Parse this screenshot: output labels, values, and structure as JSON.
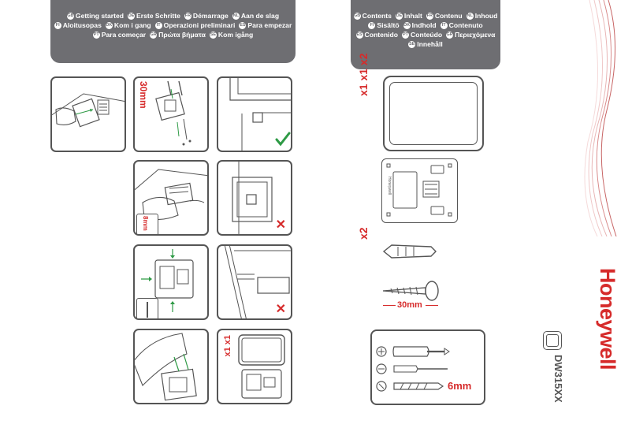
{
  "left_header": {
    "rows": [
      [
        {
          "code": "GB",
          "text": "Getting started"
        },
        {
          "code": "DE",
          "text": "Erste Schritte"
        },
        {
          "code": "FR",
          "text": "Démarrage"
        },
        {
          "code": "NL",
          "text": "Aan de slag"
        }
      ],
      [
        {
          "code": "FI",
          "text": "Aloitusopas"
        },
        {
          "code": "DK",
          "text": "Kom i gang"
        },
        {
          "code": "IT",
          "text": "Operazioni preliminari"
        },
        {
          "code": "ES",
          "text": "Para empezar"
        }
      ],
      [
        {
          "code": "PT",
          "text": "Para começar"
        },
        {
          "code": "GR",
          "text": "Πρώτα βήματα"
        },
        {
          "code": "SE",
          "text": "Kom igång"
        }
      ]
    ]
  },
  "right_header": {
    "rows": [
      [
        {
          "code": "GB",
          "text": "Contents"
        },
        {
          "code": "DE",
          "text": "Inhalt"
        },
        {
          "code": "FR",
          "text": "Contenu"
        },
        {
          "code": "NL",
          "text": "Inhoud"
        }
      ],
      [
        {
          "code": "FI",
          "text": "Sisältö"
        },
        {
          "code": "DK",
          "text": "Indhold"
        },
        {
          "code": "IT",
          "text": "Contenuto"
        }
      ],
      [
        {
          "code": "ES",
          "text": "Contenido"
        },
        {
          "code": "PT",
          "text": "Conteúdo"
        },
        {
          "code": "GR",
          "text": "Περιεχόμενα"
        }
      ],
      [
        {
          "code": "SE",
          "text": "Innehåll"
        }
      ]
    ]
  },
  "steps": {
    "mm30": "30mm",
    "mm8": "8mm",
    "qty_x1x1": "x1 x1"
  },
  "contents": {
    "qty_cover": "x1 x1 x2",
    "sensor_label": "Honeywell",
    "qty_plugs": "x2",
    "screw_len": "30mm",
    "drill_size": "6mm"
  },
  "brand": {
    "name": "Honeywell",
    "model": "DW315XX"
  },
  "colors": {
    "accent_red": "#d62b2b",
    "check_green": "#2e9a45",
    "header_gray": "#6e6e72"
  }
}
